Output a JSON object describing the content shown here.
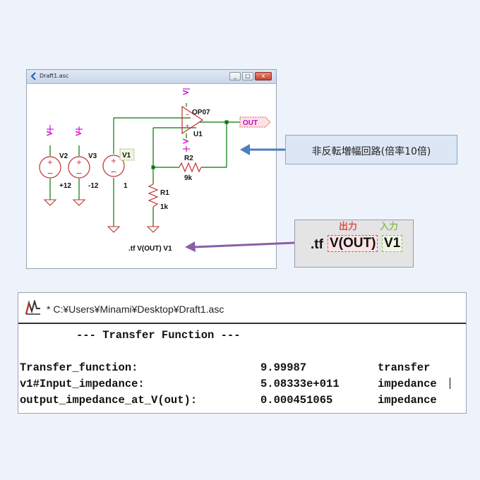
{
  "schematic_window": {
    "title": "Draft1.asc",
    "controls": {
      "minimize": "_",
      "maximize": "□",
      "close": "x"
    },
    "components": {
      "v2_name": "V2",
      "v2_value": "+12",
      "v3_name": "V3",
      "v3_value": "-12",
      "v1_name": "V1",
      "v1_value": "1",
      "opamp_model": "OP07",
      "opamp_name": "U1",
      "r2_name": "R2",
      "r2_value": "9k",
      "r1_name": "R1",
      "r1_value": "1k",
      "out_label": "OUT",
      "plus_label": "+",
      "minus_label": "−",
      "up_label": ">",
      "directive": ".tf V(OUT) V1"
    },
    "colors": {
      "wire": "#007700",
      "symbol": "#bf3030",
      "net_flag": "#cc00cc"
    }
  },
  "callout": {
    "text": "非反転増幅回路(倍率10倍)"
  },
  "tf_annotation": {
    "output_label": "出力",
    "input_label": "入力",
    "cmd": ".tf",
    "output_expr": "V(OUT)",
    "input_expr": "V1"
  },
  "output_window": {
    "path": "* C:¥Users¥Minami¥Desktop¥Draft1.asc",
    "heading": "--- Transfer Function ---",
    "rows": [
      {
        "name": "Transfer_function:",
        "value": "9.99987",
        "unit": "transfer"
      },
      {
        "name": "v1#Input_impedance:",
        "value": "5.08333e+011",
        "unit": "impedance"
      },
      {
        "name": "output_impedance_at_V(out):",
        "value": "0.000451065",
        "unit": "impedance"
      }
    ]
  }
}
